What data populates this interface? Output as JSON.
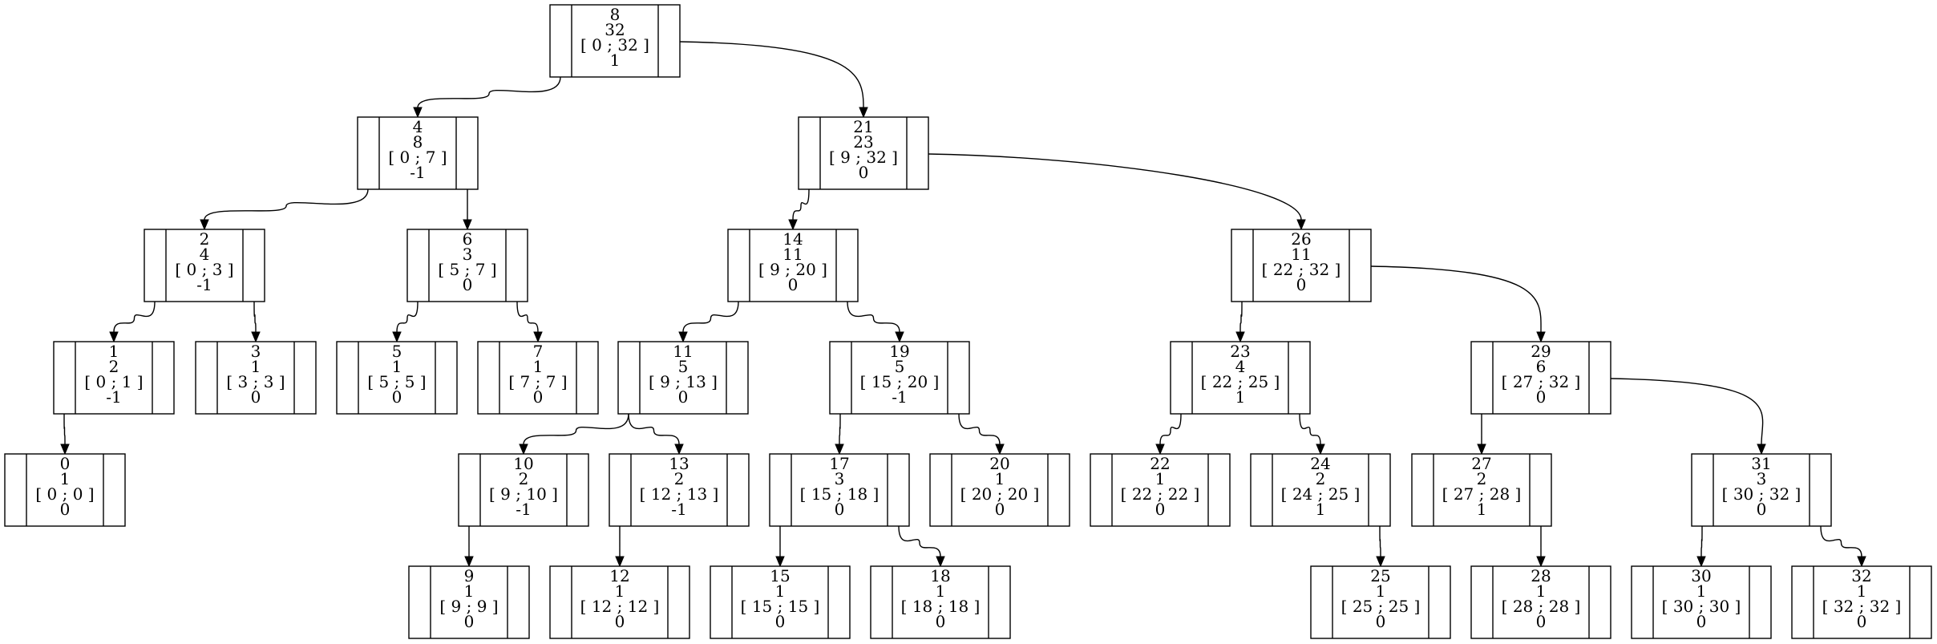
{
  "nodes": [
    {
      "id": "n8",
      "lines": [
        "8",
        "32",
        "[ 0 ; 32 ]",
        "1"
      ]
    },
    {
      "id": "n4",
      "lines": [
        "4",
        "8",
        "[ 0 ; 7 ]",
        "-1"
      ]
    },
    {
      "id": "n21",
      "lines": [
        "21",
        "23",
        "[ 9 ; 32 ]",
        "0"
      ]
    },
    {
      "id": "n2",
      "lines": [
        "2",
        "4",
        "[ 0 ; 3 ]",
        "-1"
      ]
    },
    {
      "id": "n6",
      "lines": [
        "6",
        "3",
        "[ 5 ; 7 ]",
        "0"
      ]
    },
    {
      "id": "n14",
      "lines": [
        "14",
        "11",
        "[ 9 ; 20 ]",
        "0"
      ]
    },
    {
      "id": "n26",
      "lines": [
        "26",
        "11",
        "[ 22 ; 32 ]",
        "0"
      ]
    },
    {
      "id": "n1",
      "lines": [
        "1",
        "2",
        "[ 0 ; 1 ]",
        "-1"
      ]
    },
    {
      "id": "n3",
      "lines": [
        "3",
        "1",
        "[ 3 ; 3 ]",
        "0"
      ]
    },
    {
      "id": "n5",
      "lines": [
        "5",
        "1",
        "[ 5 ; 5 ]",
        "0"
      ]
    },
    {
      "id": "n7",
      "lines": [
        "7",
        "1",
        "[ 7 ; 7 ]",
        "0"
      ]
    },
    {
      "id": "n11",
      "lines": [
        "11",
        "5",
        "[ 9 ; 13 ]",
        "0"
      ]
    },
    {
      "id": "n19",
      "lines": [
        "19",
        "5",
        "[ 15 ; 20 ]",
        "-1"
      ]
    },
    {
      "id": "n23",
      "lines": [
        "23",
        "4",
        "[ 22 ; 25 ]",
        "1"
      ]
    },
    {
      "id": "n29",
      "lines": [
        "29",
        "6",
        "[ 27 ; 32 ]",
        "0"
      ]
    },
    {
      "id": "n0",
      "lines": [
        "0",
        "1",
        "[ 0 ; 0 ]",
        "0"
      ]
    },
    {
      "id": "n10",
      "lines": [
        "10",
        "2",
        "[ 9 ; 10 ]",
        "-1"
      ]
    },
    {
      "id": "n13",
      "lines": [
        "13",
        "2",
        "[ 12 ; 13 ]",
        "-1"
      ]
    },
    {
      "id": "n17",
      "lines": [
        "17",
        "3",
        "[ 15 ; 18 ]",
        "0"
      ]
    },
    {
      "id": "n20",
      "lines": [
        "20",
        "1",
        "[ 20 ; 20 ]",
        "0"
      ]
    },
    {
      "id": "n22",
      "lines": [
        "22",
        "1",
        "[ 22 ; 22 ]",
        "0"
      ]
    },
    {
      "id": "n24",
      "lines": [
        "24",
        "2",
        "[ 24 ; 25 ]",
        "1"
      ]
    },
    {
      "id": "n27",
      "lines": [
        "27",
        "2",
        "[ 27 ; 28 ]",
        "1"
      ]
    },
    {
      "id": "n31",
      "lines": [
        "31",
        "3",
        "[ 30 ; 32 ]",
        "0"
      ]
    },
    {
      "id": "n9",
      "lines": [
        "9",
        "1",
        "[ 9 ; 9 ]",
        "0"
      ]
    },
    {
      "id": "n12",
      "lines": [
        "12",
        "1",
        "[ 12 ; 12 ]",
        "0"
      ]
    },
    {
      "id": "n15",
      "lines": [
        "15",
        "1",
        "[ 15 ; 15 ]",
        "0"
      ]
    },
    {
      "id": "n18",
      "lines": [
        "18",
        "1",
        "[ 18 ; 18 ]",
        "0"
      ]
    },
    {
      "id": "n25",
      "lines": [
        "25",
        "1",
        "[ 25 ; 25 ]",
        "0"
      ]
    },
    {
      "id": "n28",
      "lines": [
        "28",
        "1",
        "[ 28 ; 28 ]",
        "0"
      ]
    },
    {
      "id": "n30",
      "lines": [
        "30",
        "1",
        "[ 30 ; 30 ]",
        "0"
      ]
    },
    {
      "id": "n32",
      "lines": [
        "32",
        "1",
        "[ 32 ; 32 ]",
        "0"
      ]
    }
  ],
  "edges": [
    {
      "from": "n8",
      "to": "n4"
    },
    {
      "from": "n8",
      "to": "n21"
    },
    {
      "from": "n4",
      "to": "n2"
    },
    {
      "from": "n4",
      "to": "n6"
    },
    {
      "from": "n21",
      "to": "n14"
    },
    {
      "from": "n21",
      "to": "n26"
    },
    {
      "from": "n2",
      "to": "n1"
    },
    {
      "from": "n2",
      "to": "n3"
    },
    {
      "from": "n6",
      "to": "n5"
    },
    {
      "from": "n6",
      "to": "n7"
    },
    {
      "from": "n14",
      "to": "n11"
    },
    {
      "from": "n14",
      "to": "n19"
    },
    {
      "from": "n26",
      "to": "n23"
    },
    {
      "from": "n26",
      "to": "n29"
    },
    {
      "from": "n1",
      "to": "n0"
    },
    {
      "from": "n11",
      "to": "n10"
    },
    {
      "from": "n11",
      "to": "n13"
    },
    {
      "from": "n19",
      "to": "n17"
    },
    {
      "from": "n19",
      "to": "n20"
    },
    {
      "from": "n23",
      "to": "n22"
    },
    {
      "from": "n23",
      "to": "n24"
    },
    {
      "from": "n29",
      "to": "n27"
    },
    {
      "from": "n29",
      "to": "n31"
    },
    {
      "from": "n10",
      "to": "n9"
    },
    {
      "from": "n13",
      "to": "n12"
    },
    {
      "from": "n17",
      "to": "n15"
    },
    {
      "from": "n17",
      "to": "n18"
    },
    {
      "from": "n24",
      "to": "n25"
    },
    {
      "from": "n27",
      "to": "n28"
    },
    {
      "from": "n31",
      "to": "n30"
    },
    {
      "from": "n31",
      "to": "n32"
    }
  ]
}
